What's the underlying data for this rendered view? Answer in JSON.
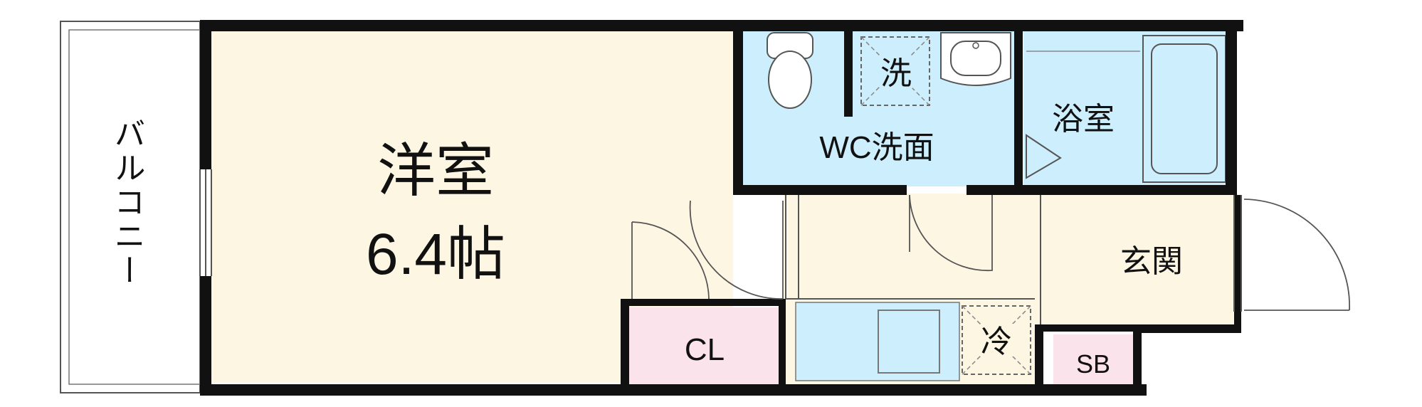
{
  "floorplan": {
    "rooms": {
      "western_room": {
        "name": "洋室",
        "size": "6.4帖"
      },
      "balcony": {
        "label": "バルコニー"
      },
      "wc_washroom": {
        "label": "WC洗面"
      },
      "washer": {
        "label": "洗"
      },
      "bathroom": {
        "label": "浴室"
      },
      "entrance": {
        "label": "玄関"
      },
      "closet": {
        "label": "CL"
      },
      "fridge": {
        "label": "冷"
      },
      "shoe_box": {
        "label": "SB"
      }
    },
    "colors": {
      "wall": "#111111",
      "room_floor": "#fdf6e3",
      "wet_area": "#cdeefc",
      "closet": "#fbe3ec",
      "balcony": "#ffffff",
      "line": "#444444"
    }
  }
}
